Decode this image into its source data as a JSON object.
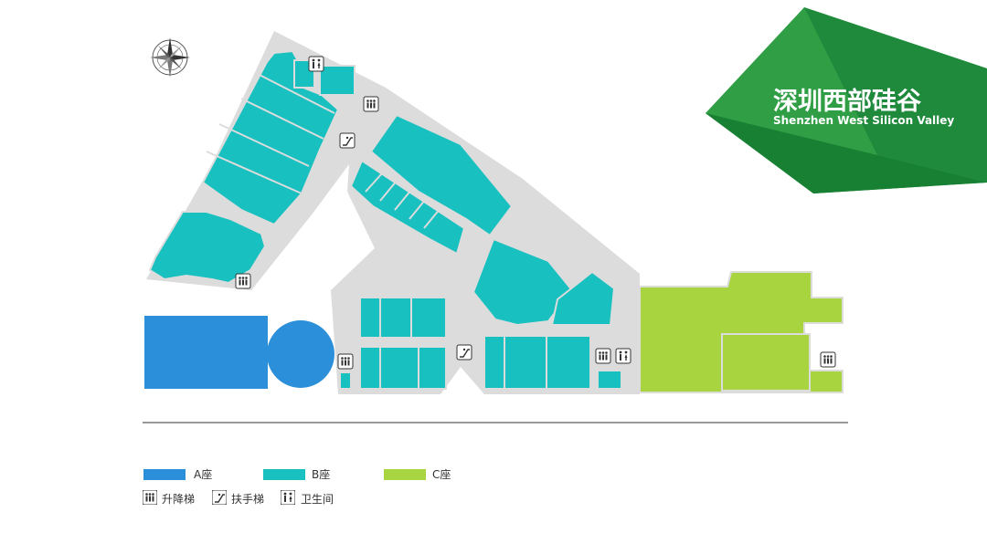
{
  "brand": {
    "title_cn": "深圳西部硅谷",
    "title_en": "Shenzhen West Silicon Valley",
    "colors": {
      "dark_green": "#1f8a3c",
      "light_green": "#43b04a"
    }
  },
  "legend": {
    "zones": [
      {
        "label": "A座",
        "color": "#2b8fd9"
      },
      {
        "label": "B座",
        "color": "#18c0c0"
      },
      {
        "label": "C座",
        "color": "#a8d440"
      }
    ],
    "facilities": [
      {
        "icon": "elevator-icon",
        "label": "升降梯"
      },
      {
        "icon": "escalator-icon",
        "label": "扶手梯"
      },
      {
        "icon": "restroom-icon",
        "label": "卫生间"
      }
    ]
  },
  "colors": {
    "floor": "#dcdcdc",
    "divider": "#999999"
  }
}
